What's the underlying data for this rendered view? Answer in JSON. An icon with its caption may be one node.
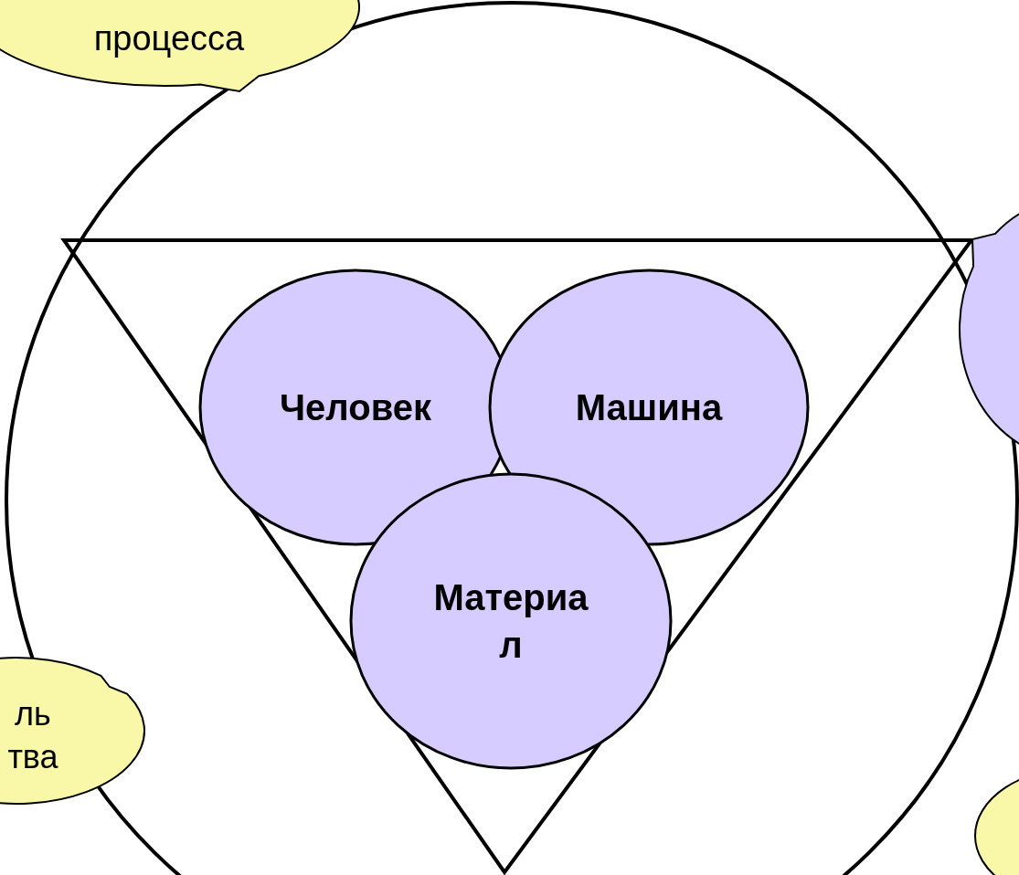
{
  "diagram": {
    "nodes": [
      {
        "text": [],
        "shape": "circle"
      },
      {
        "text": [],
        "shape": "triangle",
        "in": 0
      },
      {
        "text": [
          "Человек"
        ],
        "in": 1
      },
      {
        "text": [
          "Машина"
        ],
        "in": 1
      },
      {
        "text": [
          "Материа л"
        ],
        "in": 1
      },
      {
        "text": [
          "процесса"
        ]
      },
      {
        "text": [],
        "shape": "bubble"
      },
      {
        "text": [
          "ль тва"
        ]
      },
      {
        "text": [],
        "shape": "bubble"
      }
    ]
  }
}
